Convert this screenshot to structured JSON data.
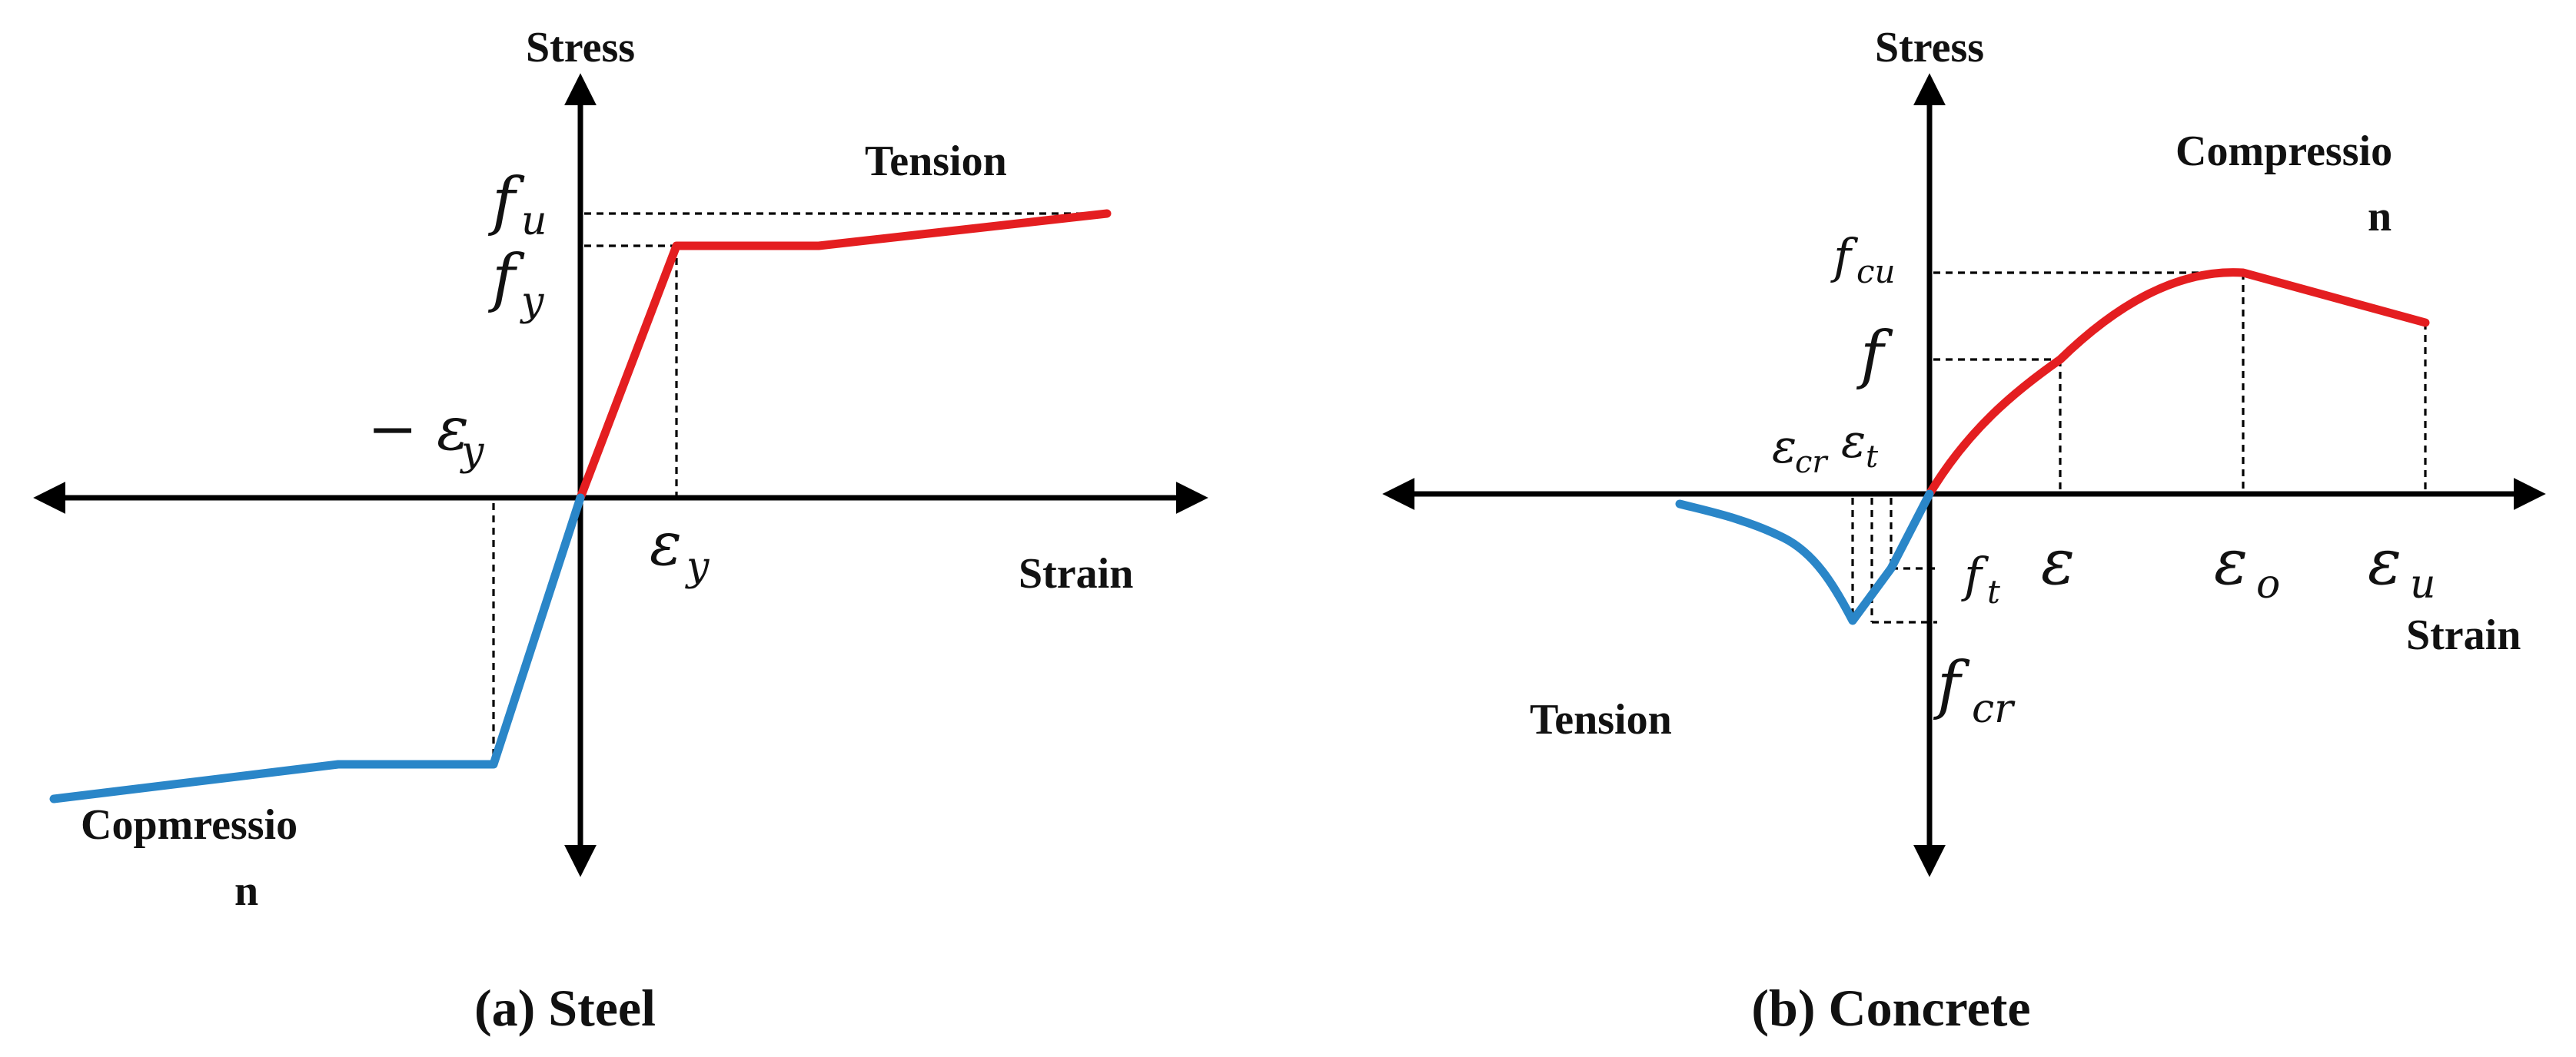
{
  "steel": {
    "axis_y_label": "Stress",
    "axis_x_label": "Strain",
    "tension_label": "Tension",
    "compression_label_line1": "Copmressio",
    "compression_label_line2": "n",
    "fu_main": "f",
    "fu_sub": "u",
    "fy_main": "f",
    "fy_sub": "y",
    "neg_eps_main": "− ε",
    "neg_eps_sub": "y",
    "eps_main": "ε",
    "eps_sub": "y",
    "caption": "(a) Steel",
    "colors": {
      "tension": "#e41e20",
      "compression": "#2a86c8"
    }
  },
  "concrete": {
    "axis_y_label": "Stress",
    "axis_x_label": "Strain",
    "compression_label_line1": "Compressio",
    "compression_label_line2": "n",
    "tension_label": "Tension",
    "fcu_main": "f",
    "fcu_sub": "cu",
    "f_main": "f",
    "ecr_main": "ε",
    "ecr_sub": "cr",
    "et_main": "ε",
    "et_sub": "t",
    "ft_main": "f",
    "ft_sub": "t",
    "eps_main": "ε",
    "eo_main": "ε",
    "eo_sub": "o",
    "eu_main": "ε",
    "eu_sub": "u",
    "fcr_main": "f",
    "fcr_sub": "cr",
    "caption": "(b) Concrete",
    "colors": {
      "compression": "#e41e20",
      "tension": "#2a86c8"
    }
  }
}
